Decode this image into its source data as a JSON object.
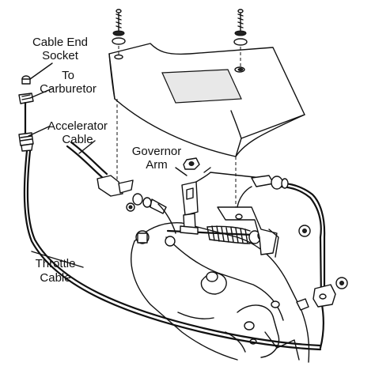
{
  "labels": {
    "cable_end_socket_1": "Cable End",
    "cable_end_socket_2": "Socket",
    "to_carburetor_1": "To",
    "to_carburetor_2": "Carburetor",
    "accelerator_cable_1": "Accelerator",
    "accelerator_cable_2": "Cable",
    "governor_arm_1": "Governor",
    "governor_arm_2": "Arm",
    "throttle_cable_1": "Throttle",
    "throttle_cable_2": "Cable"
  },
  "colors": {
    "ink": "#111111",
    "background": "#ffffff",
    "shade": "#e8e8e8"
  }
}
